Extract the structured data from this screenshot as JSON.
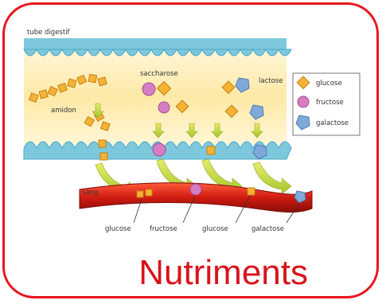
{
  "title": "Nutriments",
  "diagram": {
    "tube_label": "tube digestif",
    "blood_label": "sang",
    "starch_label": "amidon",
    "saccharose_label": "saccharose",
    "lactose_label": "lactose",
    "bottom_labels": [
      "glucose",
      "fructose",
      "glucose",
      "galactose"
    ],
    "legend": [
      {
        "label": "glucose",
        "shape": "diamond",
        "color": "#f5b335"
      },
      {
        "label": "fructose",
        "shape": "circle",
        "color": "#d77dc4"
      },
      {
        "label": "galactose",
        "shape": "pentagon",
        "color": "#7fa9d8"
      }
    ]
  }
}
